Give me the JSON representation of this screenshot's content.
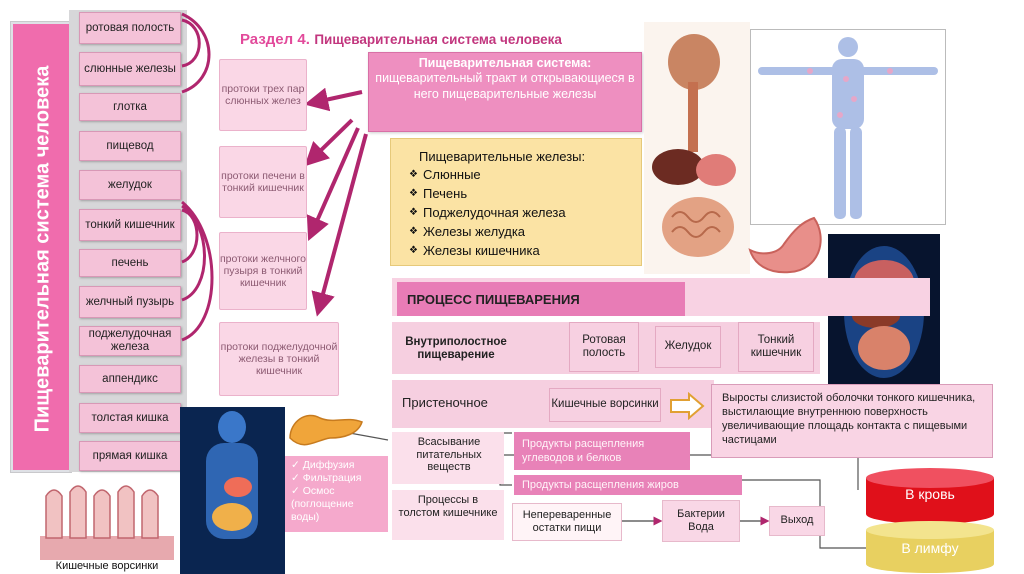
{
  "vertical_title": "Пищеварительная система человека",
  "organs": [
    "ротовая полость",
    "слюнные железы",
    "глотка",
    "пищевод",
    "желудок",
    "тонкий кишечник",
    "печень",
    "желчный пузырь",
    "поджелудочная железа",
    "аппендикс",
    "толстая кишка",
    "прямая кишка"
  ],
  "ducts": [
    "протоки трех пар слюнных желез",
    "протоки печени в тонкий кишечник",
    "протоки желчного пузыря в тонкий кишечник",
    "протоки поджелудочной железы в тонкий кишечник"
  ],
  "header": {
    "section": "Раздел 4.",
    "title": "Пищеварительная система человека"
  },
  "system_box": {
    "title": "Пищеварительная система:",
    "text": "пищеварительный тракт и открывающиеся в него пищеварительные железы"
  },
  "glands": {
    "title": "Пищеварительные железы:",
    "items": [
      "Слюнные",
      "Печень",
      "Поджелудочная железа",
      "Железы желудка",
      "Железы кишечника"
    ]
  },
  "process": {
    "title": "ПРОЦЕСС ПИЩЕВАРЕНИЯ",
    "cavity_label": "Внутриполостное пищеварение",
    "cavity_items": [
      "Ротовая полость",
      "Желудок",
      "Тонкий кишечник"
    ],
    "parietal_label": "Пристеночное",
    "villi_label": "Кишечные ворсинки",
    "villi_note": "Выросты слизистой оболочки тонкого кишечника, выстилающие внутреннюю поверхность увеличивающие площадь контакта с пищевыми частицами",
    "absorption_label": "Всасывание питательных веществ",
    "product_carb": "Продукты расщепления углеводов и белков",
    "product_fat": "Продукты расщепления жиров",
    "absorb_methods": [
      "Диффузия",
      "Фильтрация",
      "Осмос (поглощение воды)"
    ],
    "large_intestine_label": "Процессы в толстом кишечнике",
    "undigested": "Непереваренные остатки пищи",
    "bacteria": "Бактерии Вода",
    "exit": "Выход",
    "to_blood": "В кровь",
    "to_lymph": "В лимфу"
  },
  "caption": "Кишечные ворсинки",
  "colors": {
    "accent_pink": "#e24a9b",
    "arrow": "#b0266e",
    "organ_box": "#f4c2d8",
    "blood": "#e0101a",
    "lymph": "#e8d060"
  }
}
